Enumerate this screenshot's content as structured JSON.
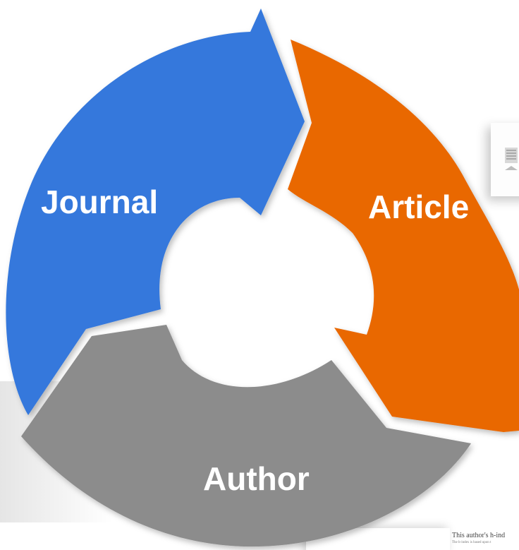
{
  "segments": [
    {
      "id": "journal",
      "label": "Journal",
      "color": "#3478DC"
    },
    {
      "id": "article",
      "label": "Article",
      "color": "#E96800"
    },
    {
      "id": "author",
      "label": "Author",
      "color": "#8C8C8C"
    }
  ],
  "background_fragment": {
    "line1": "This author's h-ind",
    "line2": "The h-index is based upon t"
  }
}
